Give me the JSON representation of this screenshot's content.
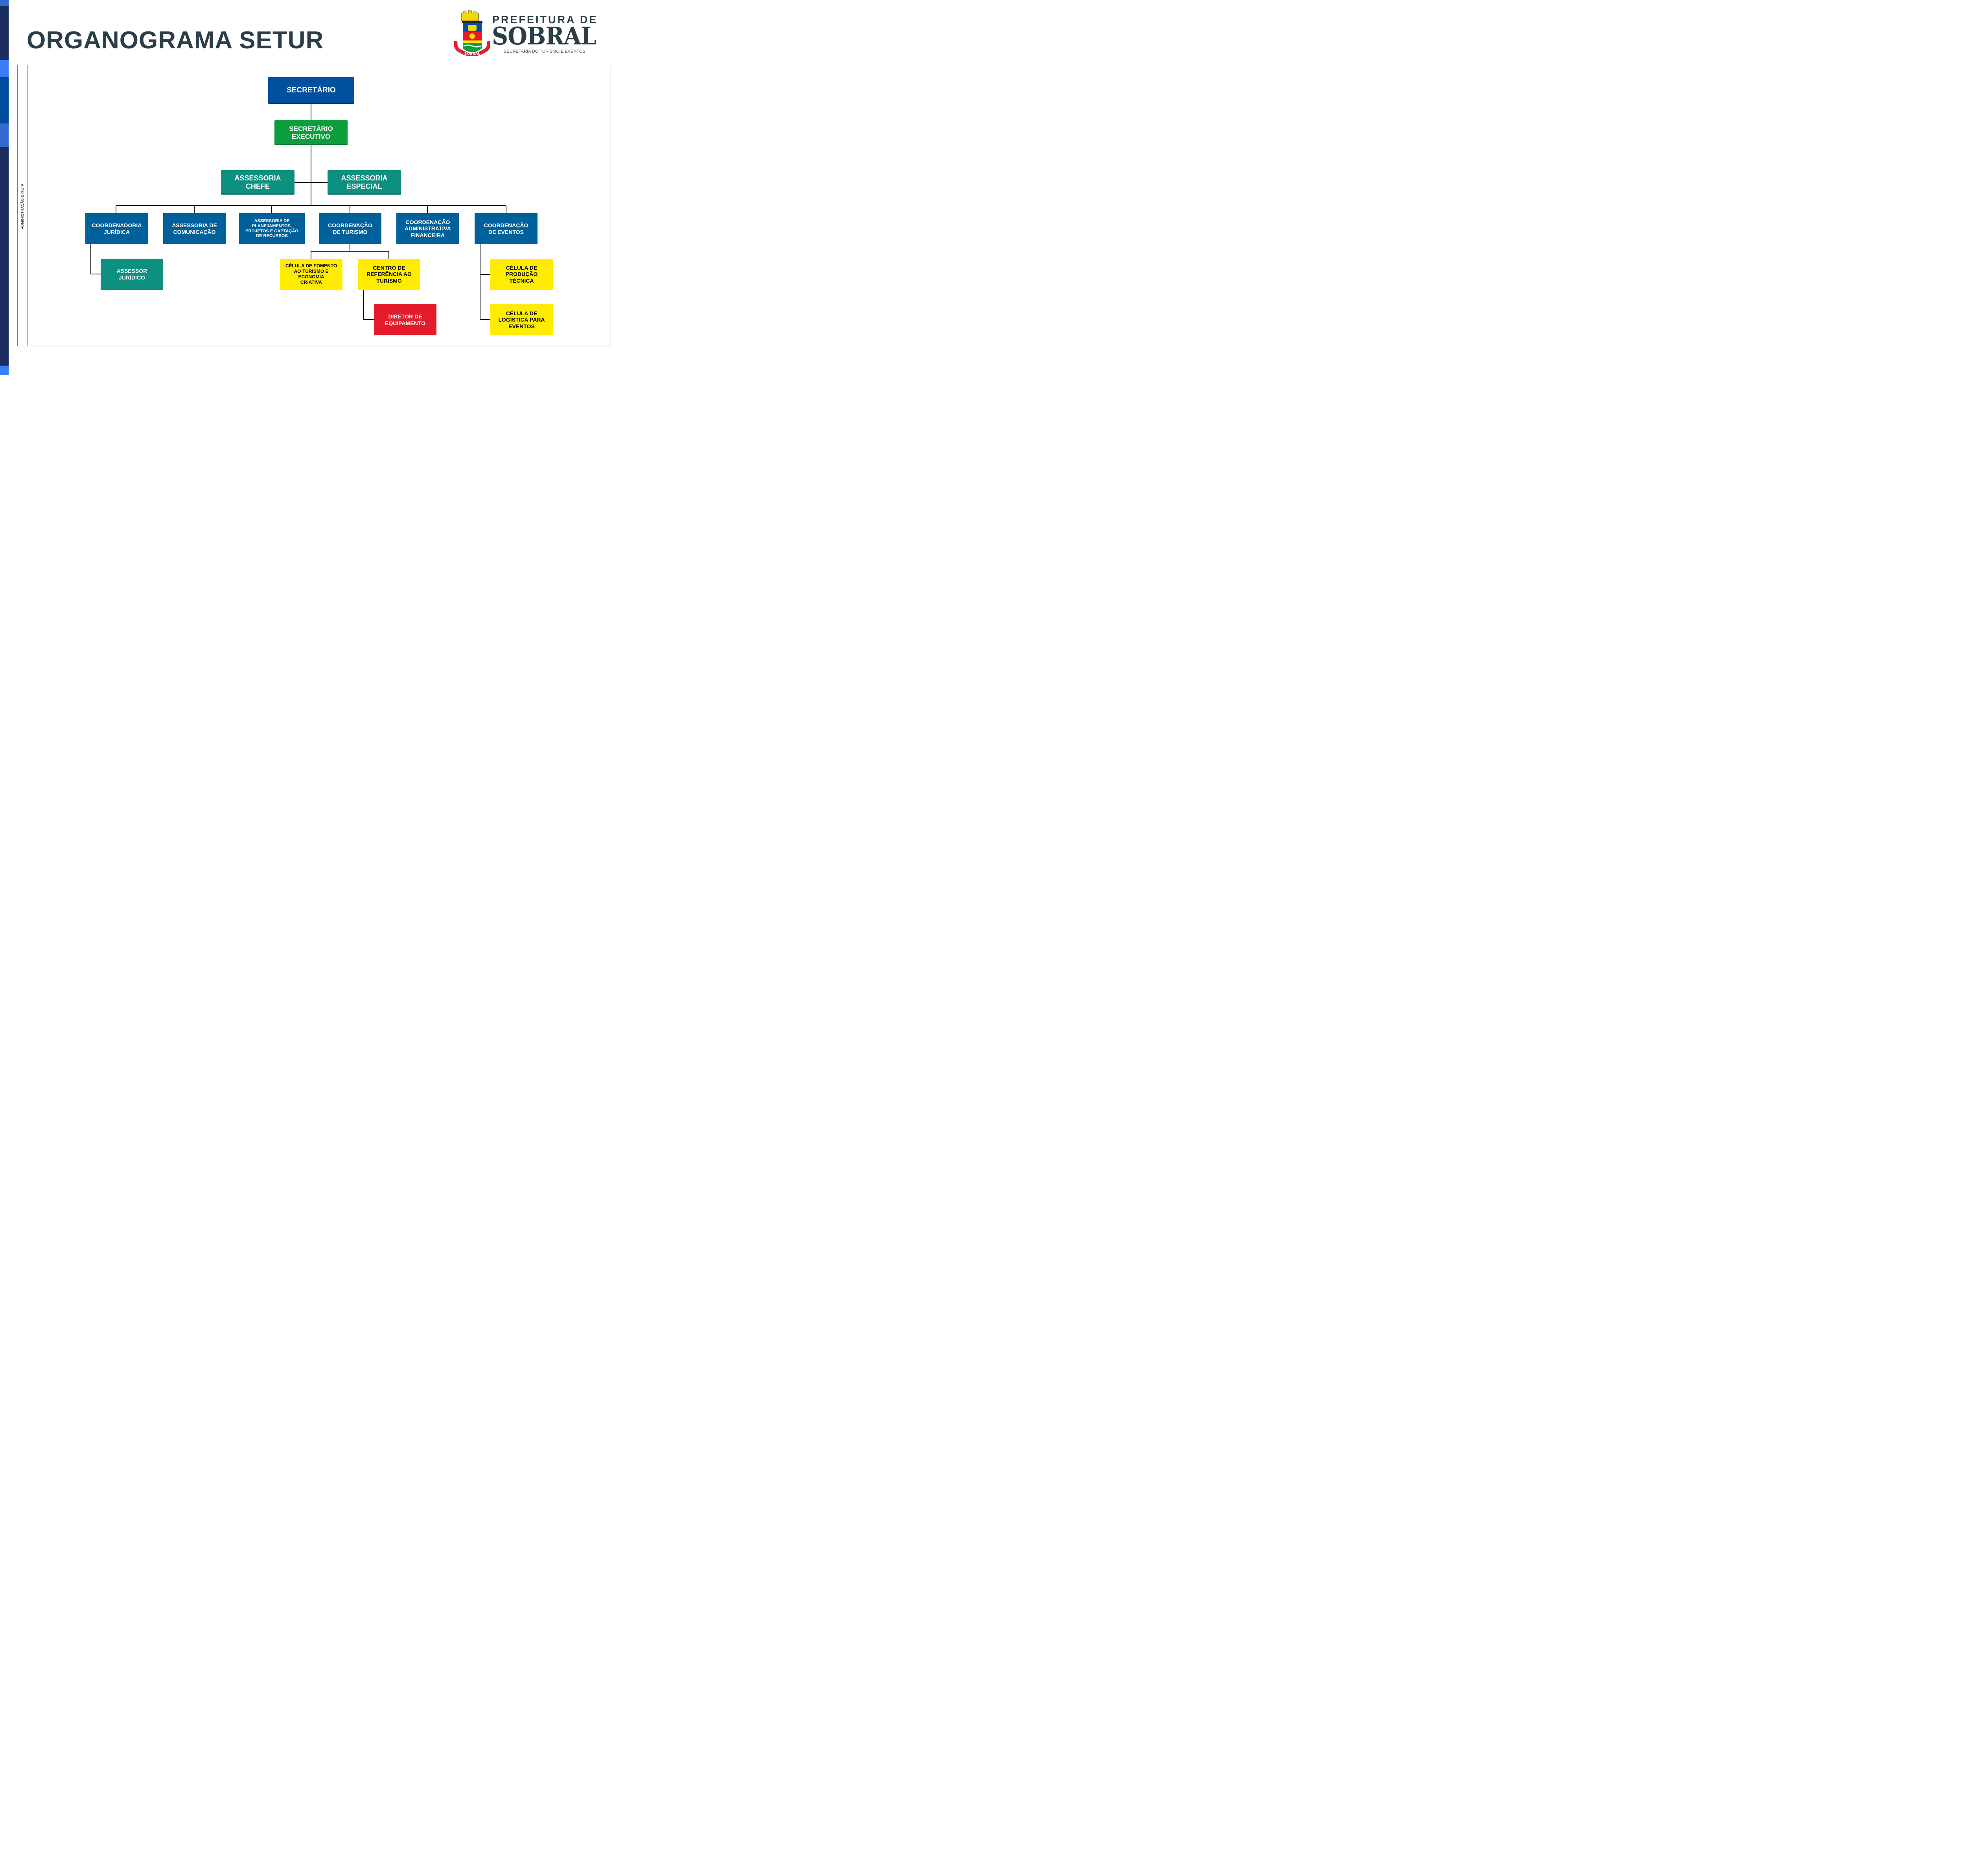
{
  "header": {
    "title": "ORGANOGRAMA SETUR"
  },
  "logo": {
    "line1": "PREFEITURA DE",
    "line2": "SOBRAL",
    "subtitle": "SECRETARIA DO TURISMO E EVENTOS",
    "crest_years_left": "1773",
    "crest_years_right": "1841",
    "crest_banner": "SOBRAL"
  },
  "frame": {
    "side_label": "ADMINISTRAÇÃO DIRETA"
  },
  "colors": {
    "title": "#2b3e47",
    "stripe_dark": "#1a2d5e",
    "stripe_bright": "#3a7ef5",
    "stripe_mid": "#004c9c",
    "stripe_light": "#3469d1",
    "secretario": "#0050a0",
    "executivo": "#0c9e3c",
    "assessoria_teal": "#0e9080",
    "coord_blue": "#00609a",
    "cell_yellow": "#ffec00",
    "director_red": "#e31b2b"
  },
  "nodes": {
    "secretario": "SECRETÁRIO",
    "secretario_executivo": "SECRETÁRIO\nEXECUTIVO",
    "assessoria_chefe": "ASSESSORIA\nCHEFE",
    "assessoria_especial": "ASSESSORIA\nESPECIAL",
    "coord_juridica": "COORDENADORIA\nJURÍDICA",
    "assessoria_comunicacao": "ASSESSORIA DE\nCOMUNICAÇÃO",
    "assessoria_planejamento": "ASSESSORIA DE\nPLANEJAMENTOS,\nPROJETOS E CAPTAÇÃO\nDE RECURSOS",
    "coord_turismo": "COORDENAÇÃO\nDE TURISMO",
    "coord_adm_financeira": "COORDENAÇÃO\nADMINISTRATIVA\nFINANCEIRA",
    "coord_eventos": "COORDENAÇÃO\nDE  EVENTOS",
    "assessor_juridico": "ASSESSOR\nJURÍDICO",
    "celula_fomento": "CÉLULA DE FOMENTO\nAO TURISMO E\nECONOMIA\nCRIATIVA",
    "centro_referencia": "CENTRO DE\nREFERÊNCIA AO\nTURISMO",
    "diretor_equipamento": "DIRETOR DE\nEQUIPAMENTO",
    "celula_producao": "CÉLULA DE\nPRODUÇÃO\nTÉCNICA",
    "celula_logistica": "CÉLULA DE\nLOGÍSTICA PARA\nEVENTOS"
  }
}
